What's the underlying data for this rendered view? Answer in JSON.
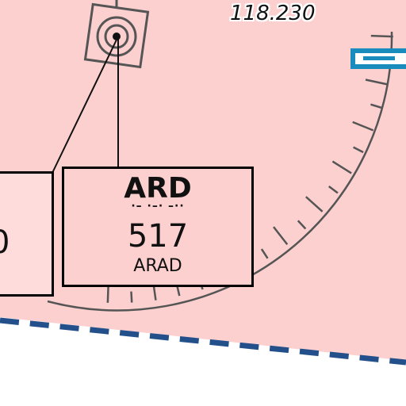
{
  "map": {
    "frequency": "118.230",
    "colors": {
      "airspace_fill": "#fdd0d0",
      "airspace_boundary": "#23508a",
      "compass_rose": "#555555",
      "symbol_gray": "#555555",
      "highlight_bar": "#1a8bbd"
    },
    "navaid": {
      "ident": "ARD",
      "morse": "·– ·–· –··",
      "channel": "517",
      "name": "ARAD",
      "symbol": "vor-dme-icon"
    },
    "left_box": {
      "partial_text": "0"
    }
  }
}
